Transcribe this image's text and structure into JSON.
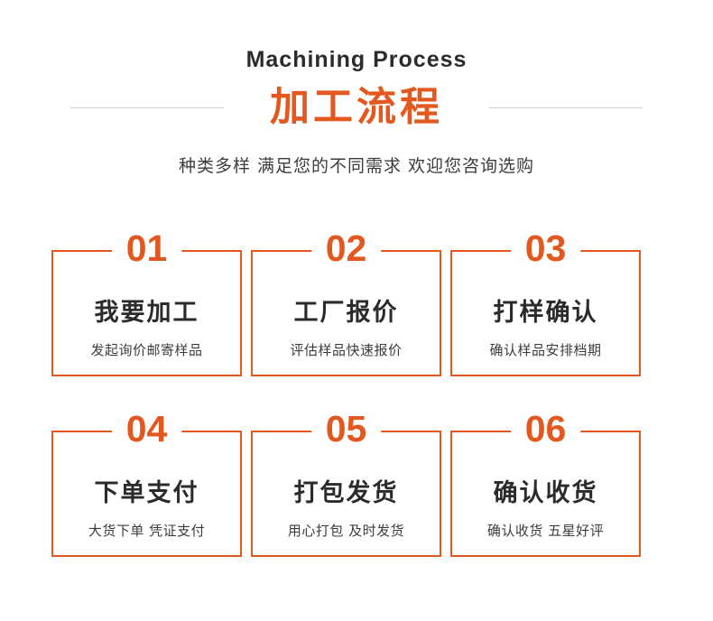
{
  "header": {
    "title_en": "Machining Process",
    "title_cn": "加工流程",
    "subtitle": "种类多样 满足您的不同需求 欢迎您咨询选购",
    "accent_color": "#e2581f",
    "text_color": "#2b2b2b",
    "rule_color": "#cfcfcf"
  },
  "steps": [
    {
      "number": "01",
      "title": "我要加工",
      "desc": "发起询价邮寄样品"
    },
    {
      "number": "02",
      "title": "工厂报价",
      "desc": "评估样品快速报价"
    },
    {
      "number": "03",
      "title": "打样确认",
      "desc": "确认样品安排档期"
    },
    {
      "number": "04",
      "title": "下单支付",
      "desc": "大货下单 凭证支付"
    },
    {
      "number": "05",
      "title": "打包发货",
      "desc": "用心打包 及时发货"
    },
    {
      "number": "06",
      "title": "确认收货",
      "desc": "确认收货 五星好评"
    }
  ]
}
